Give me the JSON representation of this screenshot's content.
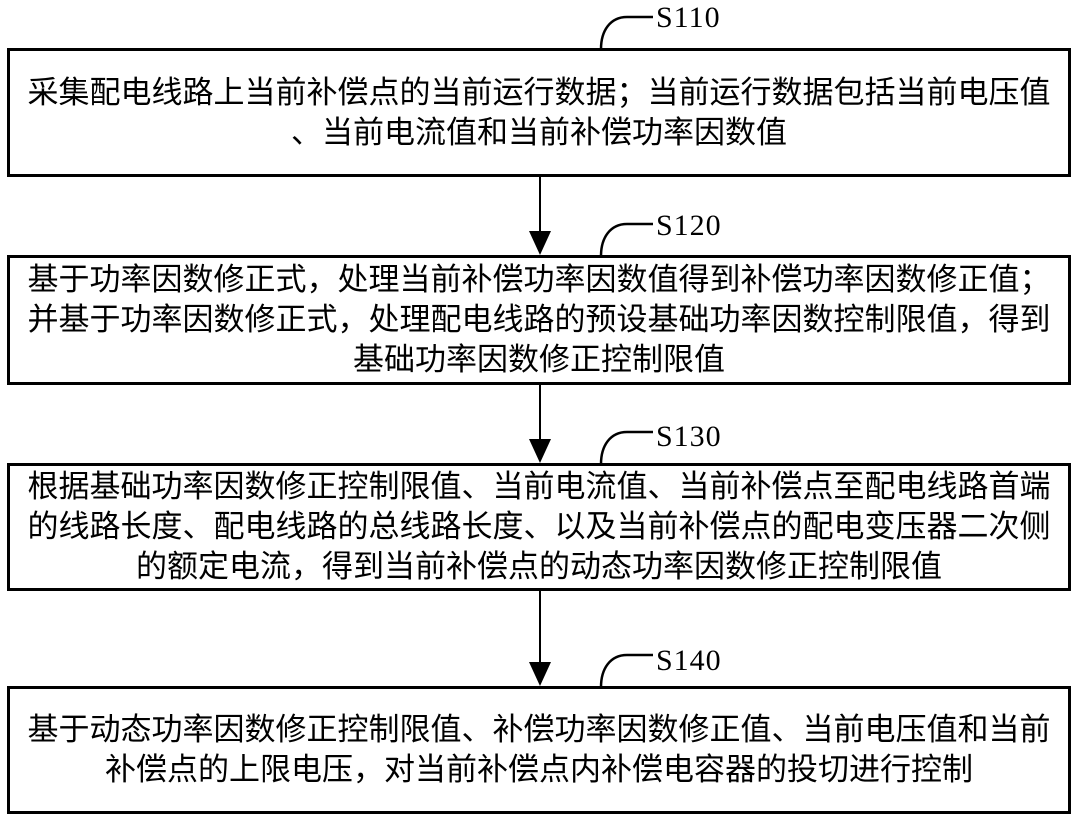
{
  "diagram": {
    "type": "flowchart",
    "background_color": "#ffffff",
    "stroke_color": "#000000",
    "steps": [
      {
        "label": "S110",
        "lines": [
          "采集配电线路上当前补偿点的当前运行数据；当前运行数据包括当前电压值",
          "、当前电流值和当前补偿功率因数值"
        ]
      },
      {
        "label": "S120",
        "lines": [
          "基于功率因数修正式，处理当前补偿功率因数值得到补偿功率因数修正值；",
          "并基于功率因数修正式，处理配电线路的预设基础功率因数控制限值，得到",
          "基础功率因数修正控制限值"
        ]
      },
      {
        "label": "S130",
        "lines": [
          "根据基础功率因数修正控制限值、当前电流值、当前补偿点至配电线路首端",
          "的线路长度、配电线路的总线路长度、以及当前补偿点的配电变压器二次侧",
          "的额定电流，得到当前补偿点的动态功率因数修正控制限值"
        ]
      },
      {
        "label": "S140",
        "lines": [
          "基于动态功率因数修正控制限值、补偿功率因数修正值、当前电压值和当前",
          "补偿点的上限电压，对当前补偿点内补偿电容器的投切进行控制"
        ]
      }
    ]
  }
}
